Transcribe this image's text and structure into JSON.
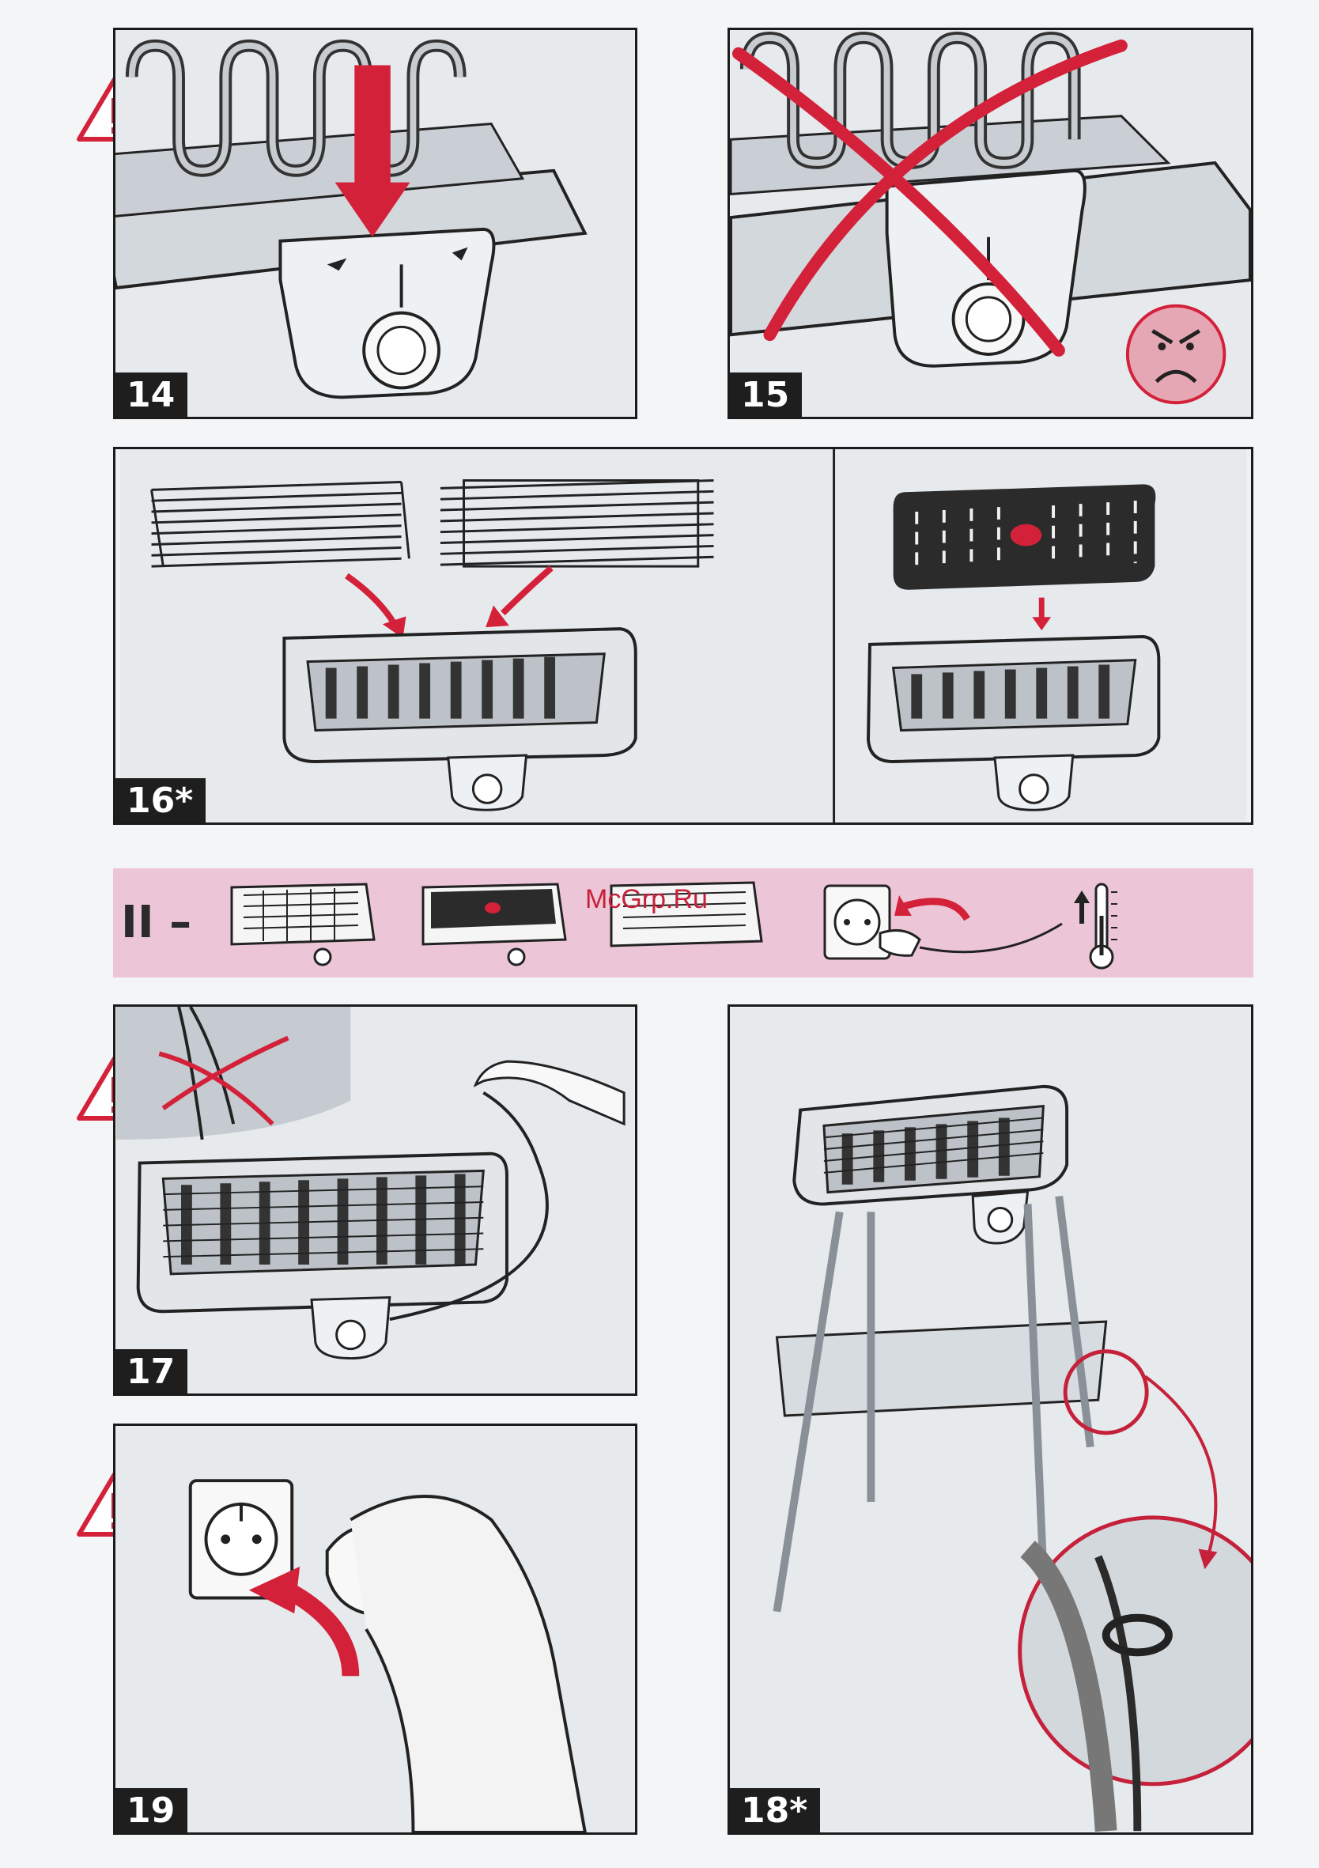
{
  "steps": {
    "s14": "14",
    "s15": "15",
    "s16": "16*",
    "s17": "17",
    "s18": "18*",
    "s19": "19"
  },
  "strip": {
    "roman_label": "II –",
    "watermark": "McGrp.Ru"
  },
  "icons": {
    "warning": "warning-triangle-icon",
    "prohibited": "red-cross-icon",
    "angry": "angry-face-icon",
    "thermometer": "thermometer-icon",
    "socket": "wall-socket-icon"
  },
  "colors": {
    "accent_red": "#d4213a",
    "ink": "#1b1b1b",
    "strip_pink": "#ecc6d6"
  }
}
